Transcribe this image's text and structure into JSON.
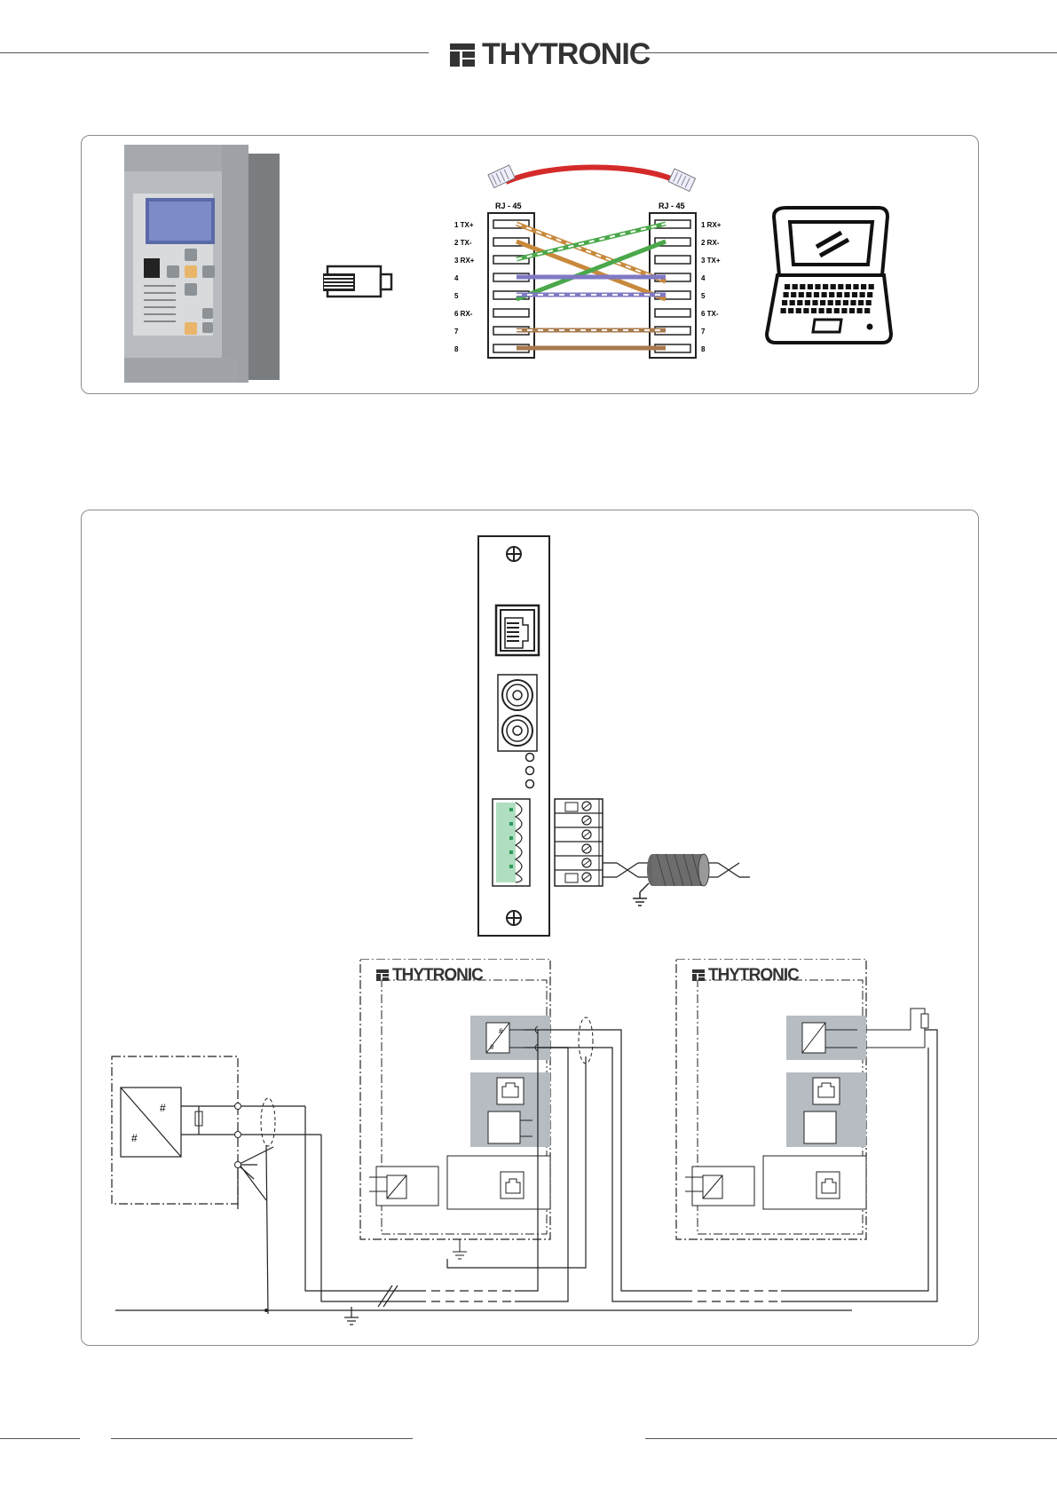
{
  "header": {
    "brand": "THYTRONIC"
  },
  "top_panel": {
    "cable": {
      "left_connector_label": "RJ - 45",
      "right_connector_label": "RJ - 45",
      "left_pins": [
        "1 TX+",
        "2 TX-",
        "3 RX+",
        "4",
        "5",
        "6 RX-",
        "7",
        "8"
      ],
      "right_pins": [
        "1 RX+",
        "2 RX-",
        "3 TX+",
        "4",
        "5",
        "6 TX-",
        "7",
        "8"
      ]
    },
    "icons": [
      "relay-device-photo",
      "rj45-plug-icon",
      "laptop-icon"
    ]
  },
  "bottom_panel": {
    "device_left_brand": "THYTRONIC",
    "device_right_brand": "THYTRONIC"
  },
  "colors": {
    "panel_border": "#8c8c8c",
    "cable_red": "#d42a2a",
    "wire_orange": "#c8893c",
    "wire_green": "#4aa84a",
    "wire_blue": "#7f79c4",
    "wire_brown": "#a77a4c",
    "module_gray": "#b7bcc2"
  }
}
